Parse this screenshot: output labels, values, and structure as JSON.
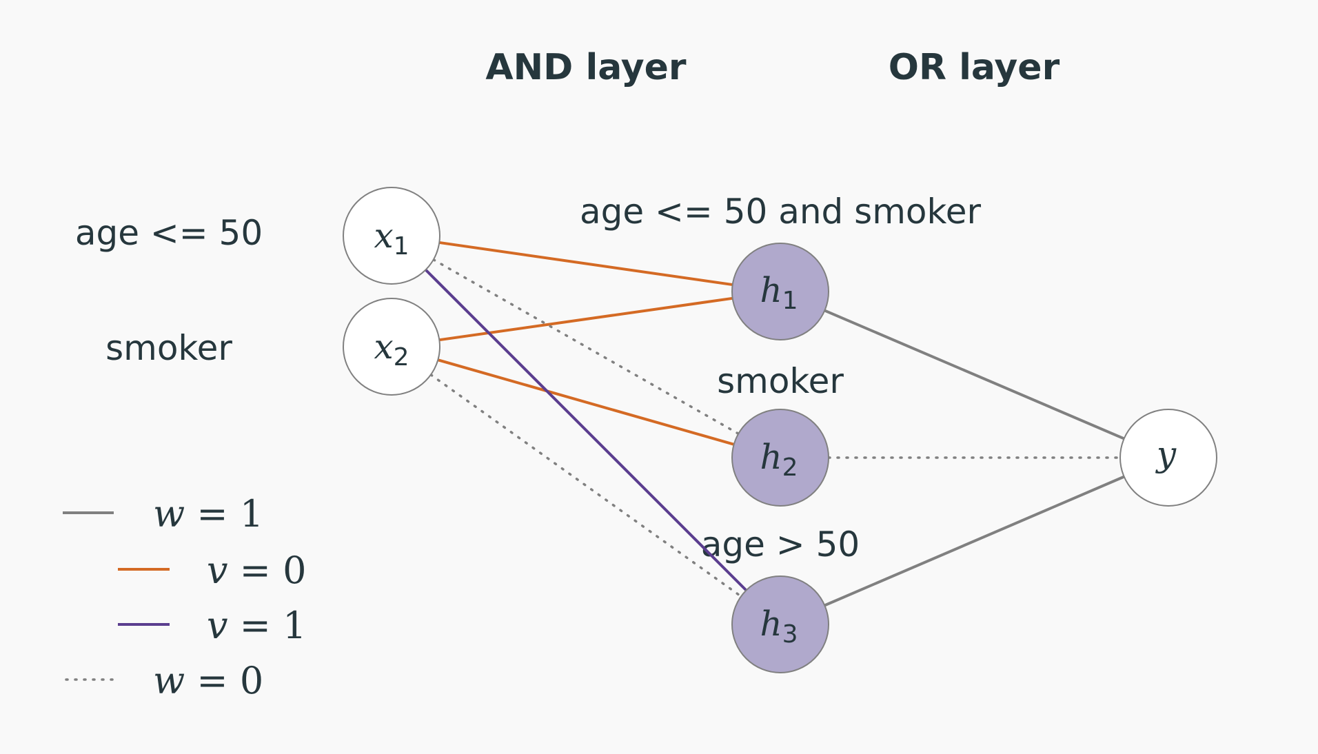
{
  "layers": {
    "and_title": "AND layer",
    "or_title": "OR layer"
  },
  "inputs": [
    {
      "id": "x1",
      "var": "x",
      "sub": "1",
      "feature": "age <= 50"
    },
    {
      "id": "x2",
      "var": "x",
      "sub": "2",
      "feature": "smoker"
    }
  ],
  "hidden": [
    {
      "id": "h1",
      "var": "h",
      "sub": "1",
      "rule": "age <= 50 and smoker"
    },
    {
      "id": "h2",
      "var": "h",
      "sub": "2",
      "rule": "smoker"
    },
    {
      "id": "h3",
      "var": "h",
      "sub": "3",
      "rule": "age > 50"
    }
  ],
  "output": {
    "id": "y",
    "var": "y"
  },
  "edges": [
    {
      "from": "x1",
      "to": "h1",
      "style": "v0"
    },
    {
      "from": "x2",
      "to": "h1",
      "style": "v0"
    },
    {
      "from": "x1",
      "to": "h2",
      "style": "w0"
    },
    {
      "from": "x2",
      "to": "h2",
      "style": "v0"
    },
    {
      "from": "x1",
      "to": "h3",
      "style": "v1"
    },
    {
      "from": "x2",
      "to": "h3",
      "style": "w0"
    },
    {
      "from": "h1",
      "to": "y",
      "style": "w1"
    },
    {
      "from": "h2",
      "to": "y",
      "style": "w0"
    },
    {
      "from": "h3",
      "to": "y",
      "style": "w1"
    }
  ],
  "legend": [
    {
      "style": "w1",
      "var": "w",
      "value": "1"
    },
    {
      "style": "v0",
      "var": "v",
      "value": "0"
    },
    {
      "style": "v1",
      "var": "v",
      "value": "1"
    },
    {
      "style": "w0",
      "var": "w",
      "value": "0"
    }
  ],
  "colors": {
    "background": "#f9f9f9",
    "text": "#26373d",
    "hidden_fill": "#b0a9cc",
    "node_stroke": "#808080",
    "w1": "#808080",
    "w0": "#808080",
    "v0": "#d46a24",
    "v1": "#5b3e8f"
  }
}
